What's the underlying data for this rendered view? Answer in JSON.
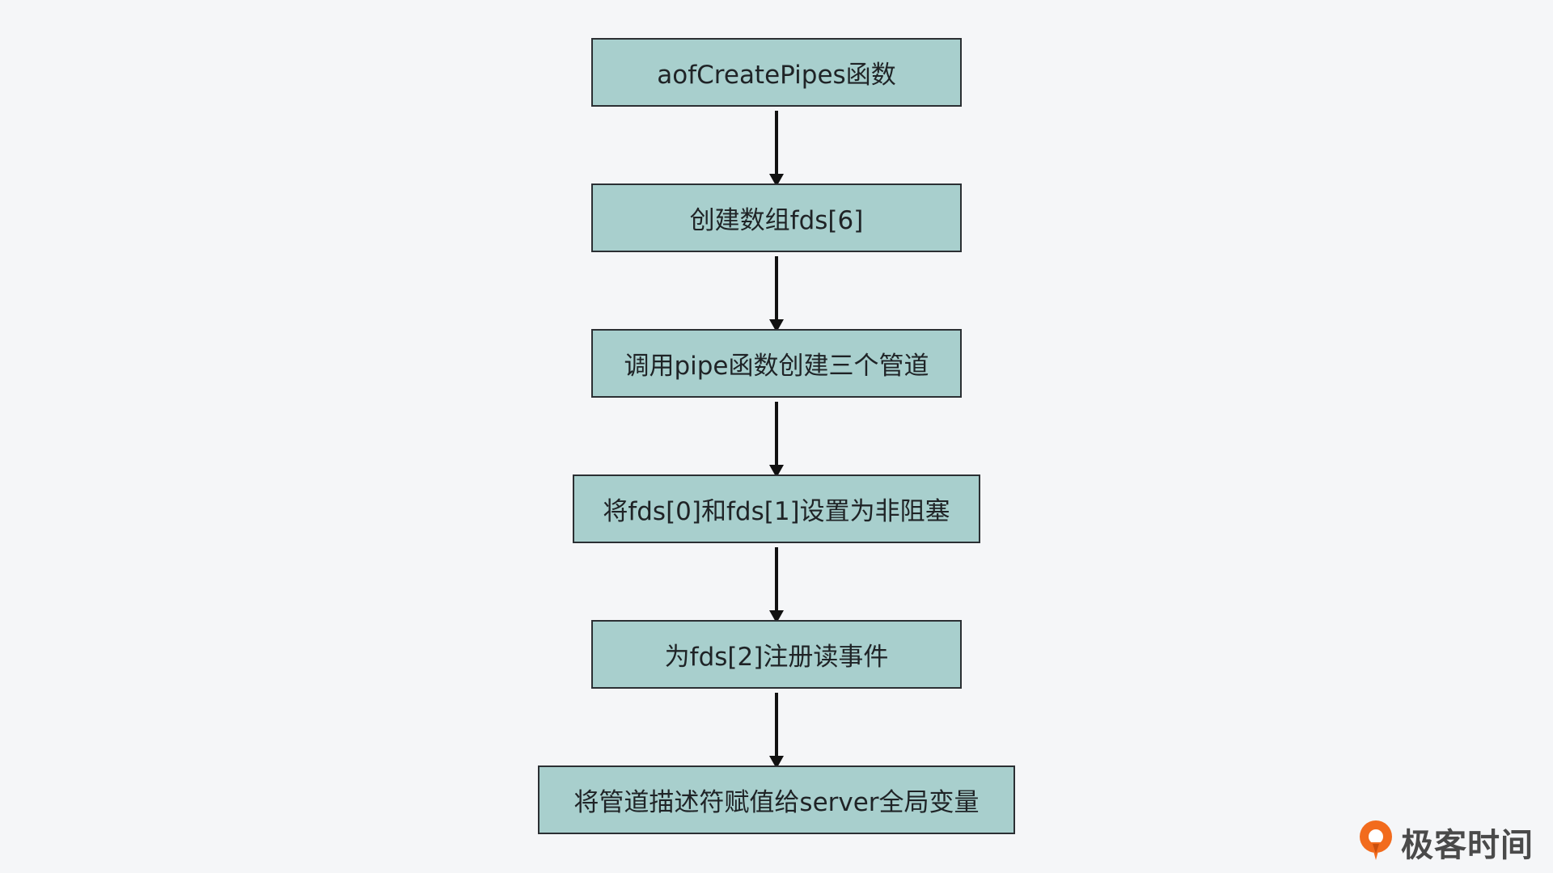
{
  "flowchart": {
    "steps": [
      {
        "label": "aofCreatePipes函数"
      },
      {
        "label": "创建数组fds[6]"
      },
      {
        "label": "调用pipe函数创建三个管道"
      },
      {
        "label": "将fds[0]和fds[1]设置为非阻塞"
      },
      {
        "label": "为fds[2]注册读事件"
      },
      {
        "label": "将管道描述符赋值给server全局变量"
      }
    ]
  },
  "brand": {
    "name": "极客时间",
    "accent_color": "#f26b1d"
  },
  "colors": {
    "background": "#f5f6f8",
    "box_fill": "#a8cfcd",
    "box_border": "#2b2f33",
    "arrow": "#111111"
  }
}
